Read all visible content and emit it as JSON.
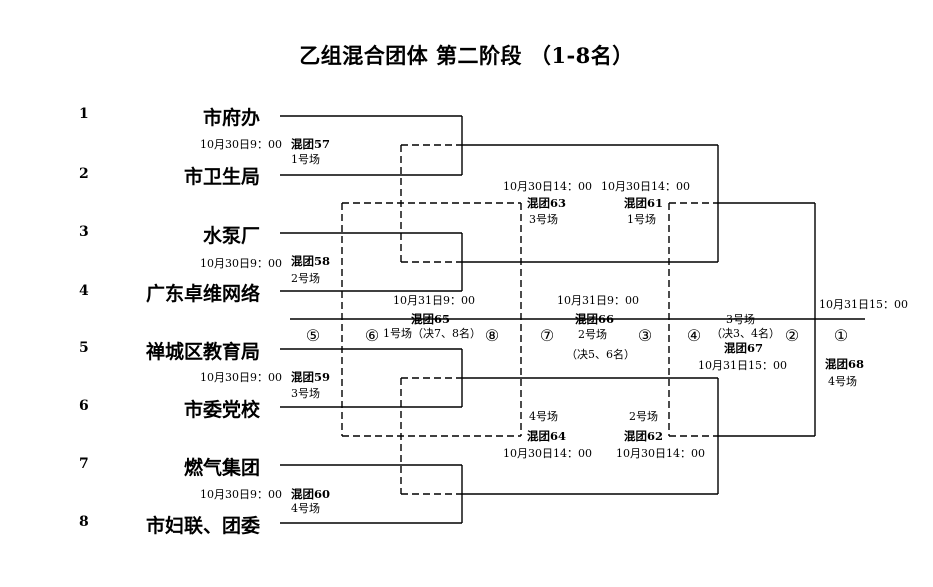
{
  "title": "乙组混合团体 第二阶段 （1-8名）",
  "teams": [
    {
      "seed": "1",
      "name": "市府办"
    },
    {
      "seed": "2",
      "name": "市卫生局"
    },
    {
      "seed": "3",
      "name": "水泵厂"
    },
    {
      "seed": "4",
      "name": "广东卓维网络"
    },
    {
      "seed": "5",
      "name": "禅城区教育局"
    },
    {
      "seed": "6",
      "name": "市委党校"
    },
    {
      "seed": "7",
      "name": "燃气集团"
    },
    {
      "seed": "8",
      "name": "市妇联、团委"
    }
  ],
  "matches": {
    "m57": {
      "time": "10月30日9：00",
      "id": "混团57",
      "venue": "1号场"
    },
    "m58": {
      "time": "10月30日9：00",
      "id": "混团58",
      "venue": "2号场"
    },
    "m59": {
      "time": "10月30日9：00",
      "id": "混团59",
      "venue": "3号场"
    },
    "m60": {
      "time": "10月30日9：00",
      "id": "混团60",
      "venue": "4号场"
    },
    "m61": {
      "time": "10月30日14：00",
      "id": "混团61",
      "venue": "1号场"
    },
    "m62": {
      "time": "10月30日14：00",
      "id": "混团62",
      "venue": "2号场"
    },
    "m63": {
      "time": "10月30日14：00",
      "id": "混团63",
      "venue": "3号场"
    },
    "m64": {
      "time": "10月30日14：00",
      "id": "混团64",
      "venue": "4号场"
    },
    "m65": {
      "time": "10月31日9：00",
      "id": "混团65",
      "venue": "1号场（决7、8名）"
    },
    "m66": {
      "time": "10月31日9：00",
      "id": "混团66",
      "venue": "2号场",
      "note": "（决5、6名）"
    },
    "m67": {
      "time": "10月31日15：00",
      "id": "混团67",
      "venue": "3号场",
      "note": "（决3、4名）"
    },
    "m68": {
      "time": "10月31日15：00",
      "id": "混团68",
      "venue": "4号场"
    }
  },
  "places": [
    "①",
    "②",
    "③",
    "④",
    "⑤",
    "⑥",
    "⑦",
    "⑧"
  ]
}
